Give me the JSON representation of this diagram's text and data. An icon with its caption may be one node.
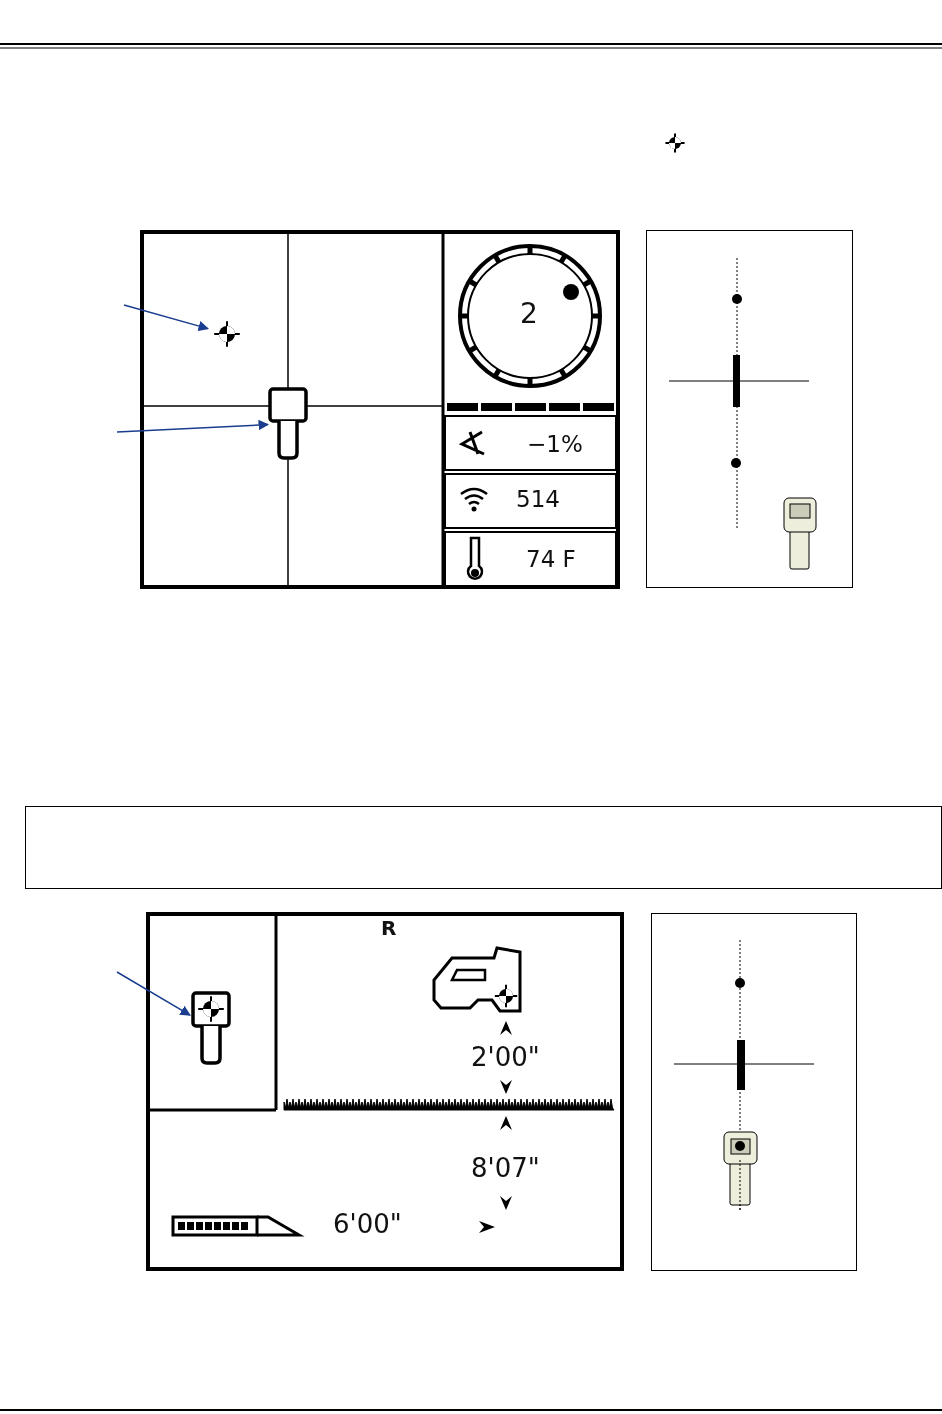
{
  "diagram": {
    "nodes": [
      {
        "text": [],
        "shape": "picture"
      },
      {
        "text": [],
        "shape": "picture"
      },
      {
        "text": [],
        "shape": "box"
      },
      {
        "text": [],
        "shape": "picture"
      }
    ],
    "edges": [
      {
        "from": null,
        "to": 0,
        "arrow": "to"
      },
      {
        "from": null,
        "to": 1,
        "arrow": "to"
      },
      {
        "from": null,
        "to": 3,
        "arrow": "to"
      }
    ],
    "labels": [
      "2",
      "−1%",
      "514",
      "74 F",
      "R",
      "2'00\"",
      "8'07\"",
      "6'00\""
    ]
  }
}
